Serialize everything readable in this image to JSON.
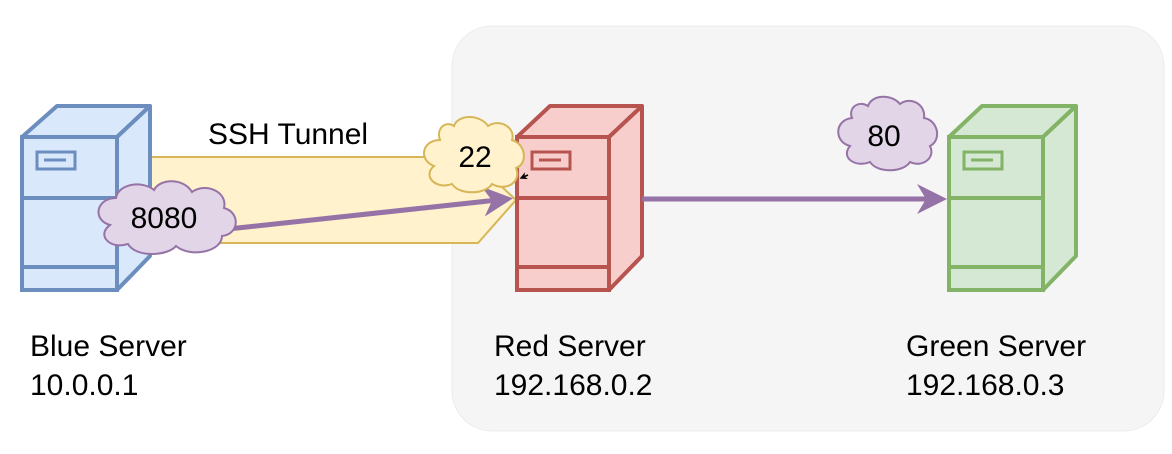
{
  "servers": {
    "blue": {
      "name": "Blue Server",
      "ip": "10.0.0.1",
      "fill": "#dae8fc",
      "stroke": "#6c8ebf"
    },
    "red": {
      "name": "Red Server",
      "ip": "192.168.0.2",
      "fill": "#f8cecc",
      "stroke": "#b85450"
    },
    "green": {
      "name": "Green Server",
      "ip": "192.168.0.3",
      "fill": "#d5e8d4",
      "stroke": "#82b366"
    }
  },
  "tunnel": {
    "label": "SSH Tunnel",
    "fill": "#fff2cc",
    "stroke": "#d6b656"
  },
  "ports": {
    "blue_port": {
      "label": "8080",
      "fill": "#e1d5e7",
      "stroke": "#9673a6"
    },
    "ssh_port": {
      "label": "22",
      "fill": "#fff2cc",
      "stroke": "#d6b656"
    },
    "green_port": {
      "label": "80",
      "fill": "#e1d5e7",
      "stroke": "#9673a6"
    }
  },
  "colors": {
    "connection": "#9673a6",
    "network_bg": "#f5f5f5",
    "network_border": "#e6e6e6"
  }
}
